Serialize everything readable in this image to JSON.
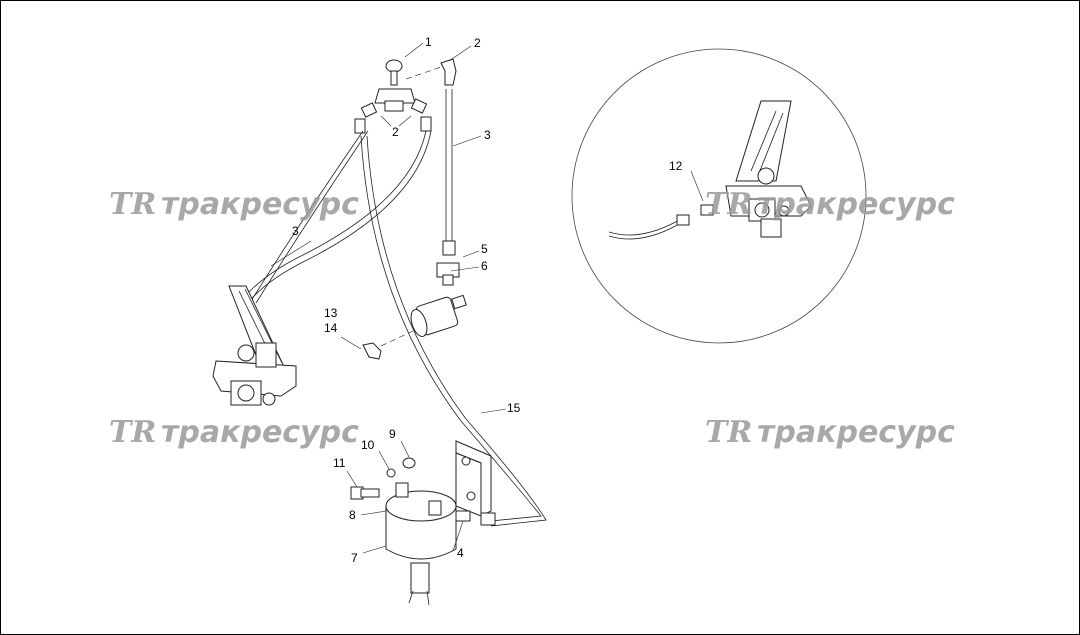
{
  "watermark": {
    "logo": "TR",
    "text": "тракресурс"
  },
  "callouts": {
    "c1": "1",
    "c2a": "2",
    "c2b": "2",
    "c3a": "3",
    "c3b": "3",
    "c4": "4",
    "c5": "5",
    "c6": "6",
    "c7": "7",
    "c8": "8",
    "c9": "9",
    "c10": "10",
    "c11": "11",
    "c12": "12",
    "c13": "13",
    "c14": "14",
    "c15": "15"
  }
}
